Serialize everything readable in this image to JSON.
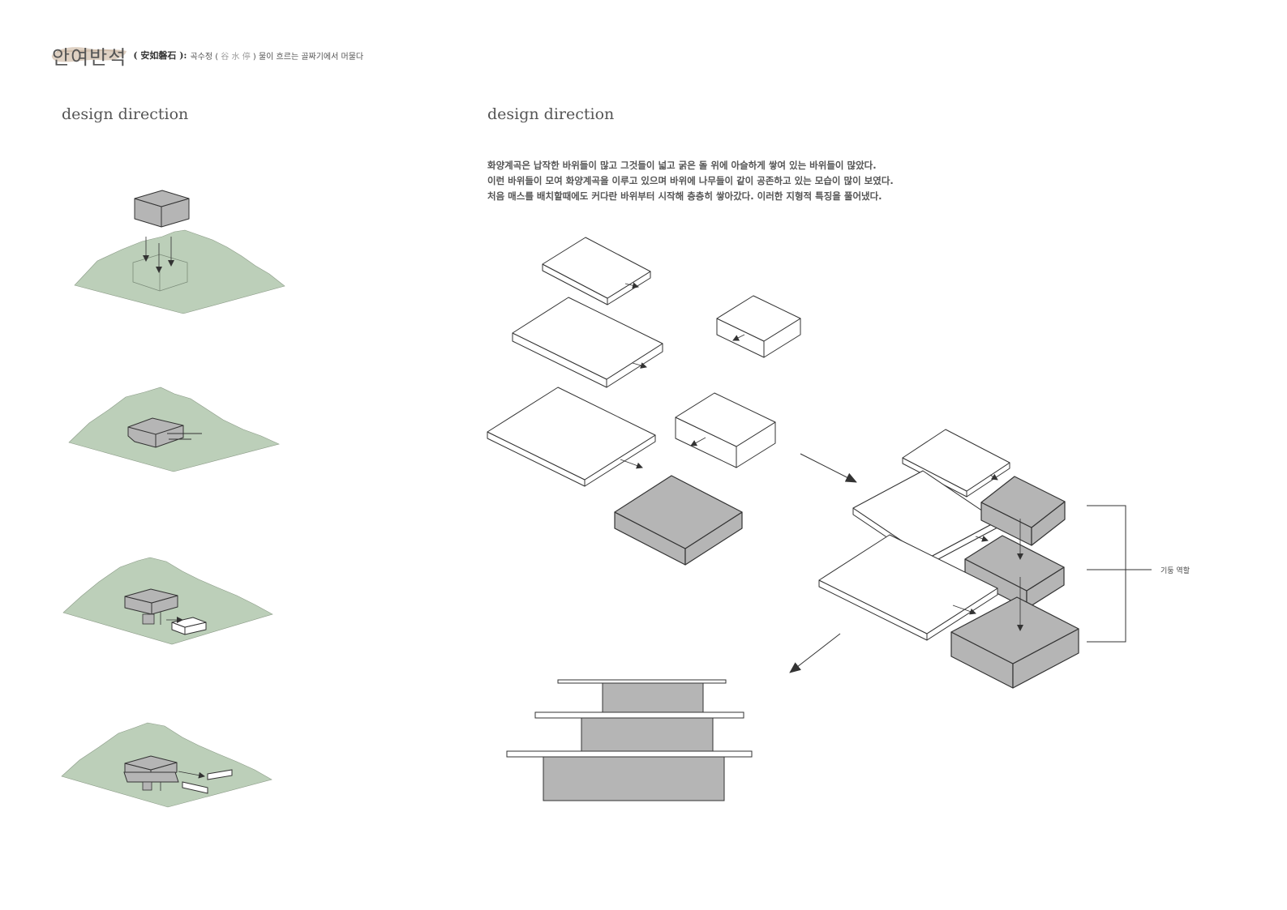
{
  "header": {
    "title": "안여반석",
    "hanja": "( 安如磐石 ):",
    "subtitle_pre": "곡수정 (",
    "subtitle_hanja": "谷 水 停",
    "subtitle_post": ") 물이 흐르는 골짜기에서 머물다"
  },
  "left_section": {
    "heading": "design direction"
  },
  "right_section": {
    "heading": "design direction",
    "description": [
      "화양계곡은 납작한 바위들이 많고 그것들이 넓고 굵은 돌 위에 아슬하게 쌓여 있는 바위들이 많았다.",
      "이런 바위들이 모여 화양계곡을 이루고 있으며 바위에 나무들이 같이 공존하고 있는 모습이 많이 보였다.",
      "처음 매스를 배치할때에도 커다란 바위부터 시작해 층층히 쌓아갔다. 이러한 지형적 특징을 풀어냈다."
    ],
    "column_label": "기둥 역할"
  },
  "colors": {
    "terrain": "#bccfb9",
    "mass_fill": "#b5b5b5",
    "line": "#333333",
    "slab_fill": "#ffffff"
  }
}
